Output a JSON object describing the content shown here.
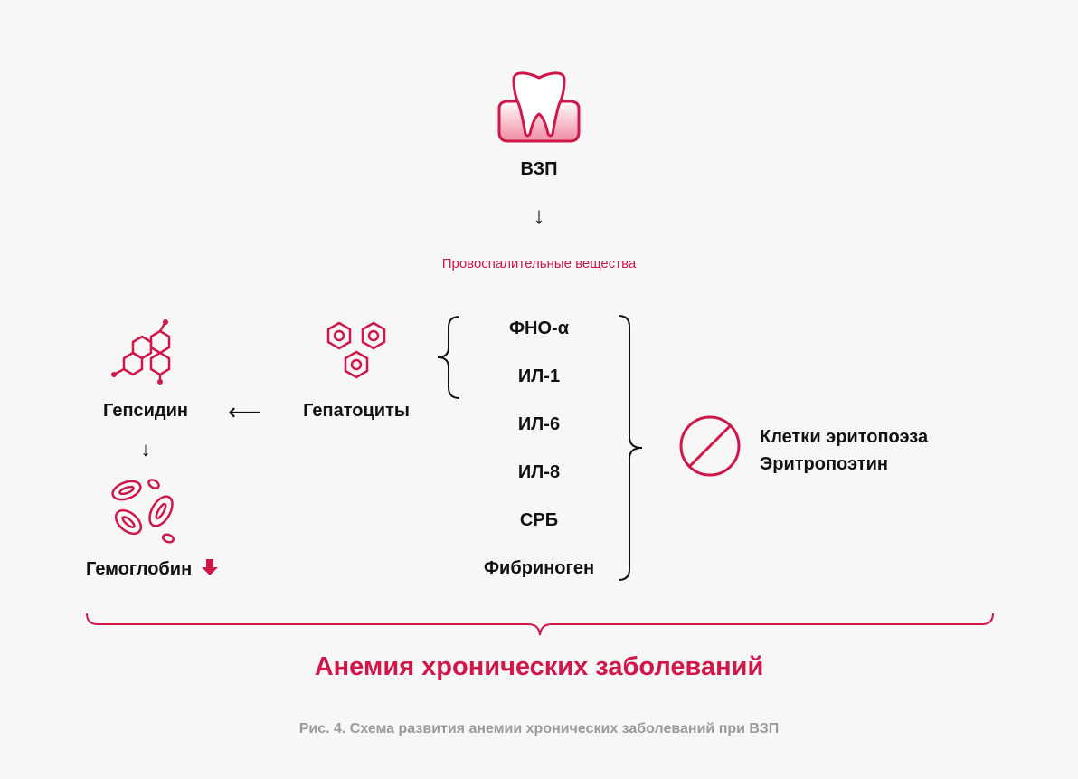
{
  "tooth_label": "ВЗП",
  "proinflammatory_label": "Провоспалительные вещества",
  "cytokines": [
    "ФНО-α",
    "ИЛ-1",
    "ИЛ-6",
    "ИЛ-8",
    "СРБ",
    "Фибриноген"
  ],
  "hepatocytes_label": "Гепатоциты",
  "hepcidin_label": "Гепсидин",
  "hemoglobin_label": "Гемоглобин",
  "targets": [
    "Клетки эритопоэза",
    "Эритропоэтин"
  ],
  "title": "Анемия хронических заболеваний",
  "caption": "Рис. 4. Схема развития анемии хронических заболеваний при ВЗП",
  "colors": {
    "accent": "#d0174a",
    "text": "#111111",
    "caption": "#9a9a9a",
    "background": "#f7f7f7"
  },
  "icons": [
    "tooth-icon",
    "hepatocyte-cells-icon",
    "hepcidin-molecule-icon",
    "red-blood-cells-icon",
    "prohibition-icon",
    "down-arrow-icon"
  ]
}
